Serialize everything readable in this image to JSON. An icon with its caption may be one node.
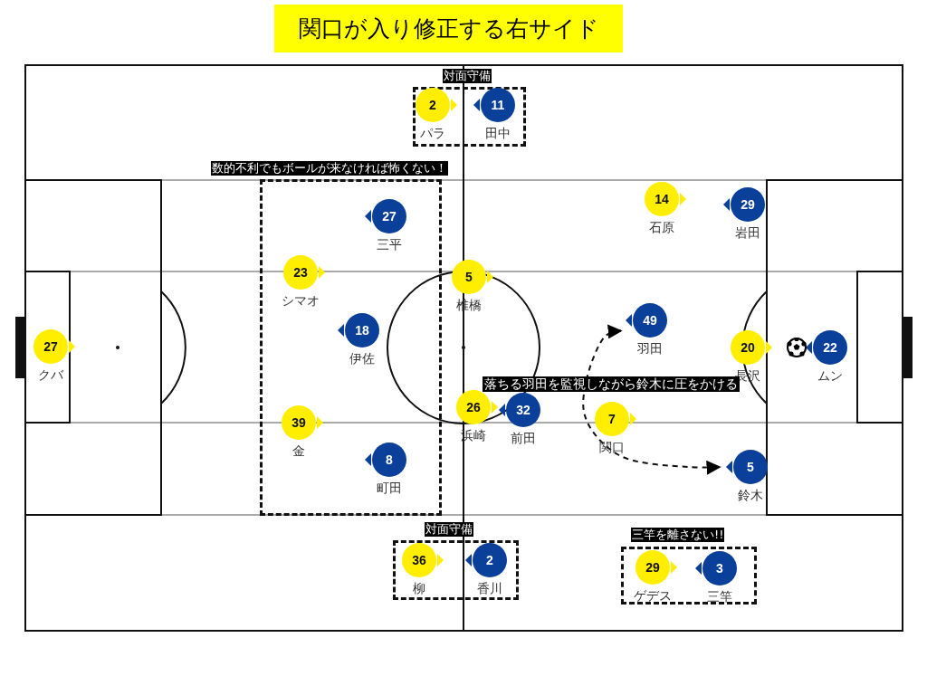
{
  "diagram": {
    "title": "関口が入り修正する右サイド",
    "nodes": [
      {
        "text": [
          "対面守備"
        ]
      },
      {
        "text": [
          "2"
        ],
        "beside": [
          "パラ"
        ],
        "in": 0
      },
      {
        "text": [
          "11"
        ],
        "beside": [
          "田中"
        ],
        "in": 0
      },
      {
        "text": [
          "数的不利でもボールが来なければ怖くない！"
        ]
      },
      {
        "text": [
          "27"
        ],
        "beside": [
          "三平"
        ],
        "in": 3
      },
      {
        "text": [
          "23"
        ],
        "beside": [
          "シマオ"
        ],
        "in": 3
      },
      {
        "text": [
          "18"
        ],
        "beside": [
          "伊佐"
        ],
        "in": 3
      },
      {
        "text": [
          "39"
        ],
        "beside": [
          "金"
        ],
        "in": 3
      },
      {
        "text": [
          "8"
        ],
        "beside": [
          "町田"
        ],
        "in": 3
      },
      {
        "text": [
          "14"
        ],
        "beside": [
          "石原"
        ]
      },
      {
        "text": [
          "29"
        ],
        "beside": [
          "岩田"
        ]
      },
      {
        "text": [
          "5"
        ],
        "beside": [
          "椎橋"
        ]
      },
      {
        "text": [
          "49"
        ],
        "beside": [
          "羽田"
        ]
      },
      {
        "text": [
          "27"
        ],
        "beside": [
          "クバ"
        ]
      },
      {
        "text": [
          "20"
        ],
        "beside": [
          "長沢"
        ]
      },
      {
        "text": [
          "22"
        ],
        "beside": [
          "ムン"
        ]
      },
      {
        "text": [
          "26"
        ],
        "beside": [
          "浜崎"
        ]
      },
      {
        "text": [
          "32"
        ],
        "beside": [
          "前田"
        ]
      },
      {
        "text": [
          "7"
        ],
        "beside": [
          "関口"
        ]
      },
      {
        "text": [
          "5"
        ],
        "beside": [
          "鈴木"
        ]
      },
      {
        "text": [
          "対面守備"
        ]
      },
      {
        "text": [
          "36"
        ],
        "beside": [
          "柳"
        ],
        "in": 20
      },
      {
        "text": [
          "2"
        ],
        "beside": [
          "香川"
        ],
        "in": 20
      },
      {
        "text": [
          "三竿を離さない!!"
        ]
      },
      {
        "text": [
          "29"
        ],
        "beside": [
          "ゲデス"
        ],
        "in": 23
      },
      {
        "text": [
          "3"
        ],
        "beside": [
          "三竿"
        ],
        "in": 23
      }
    ],
    "edges": [
      {
        "from": 12,
        "to": 19,
        "arrow": "both",
        "style": "dashed"
      }
    ],
    "labels": [
      "落ちる羽田を監視しながら鈴木に圧をかける"
    ]
  }
}
